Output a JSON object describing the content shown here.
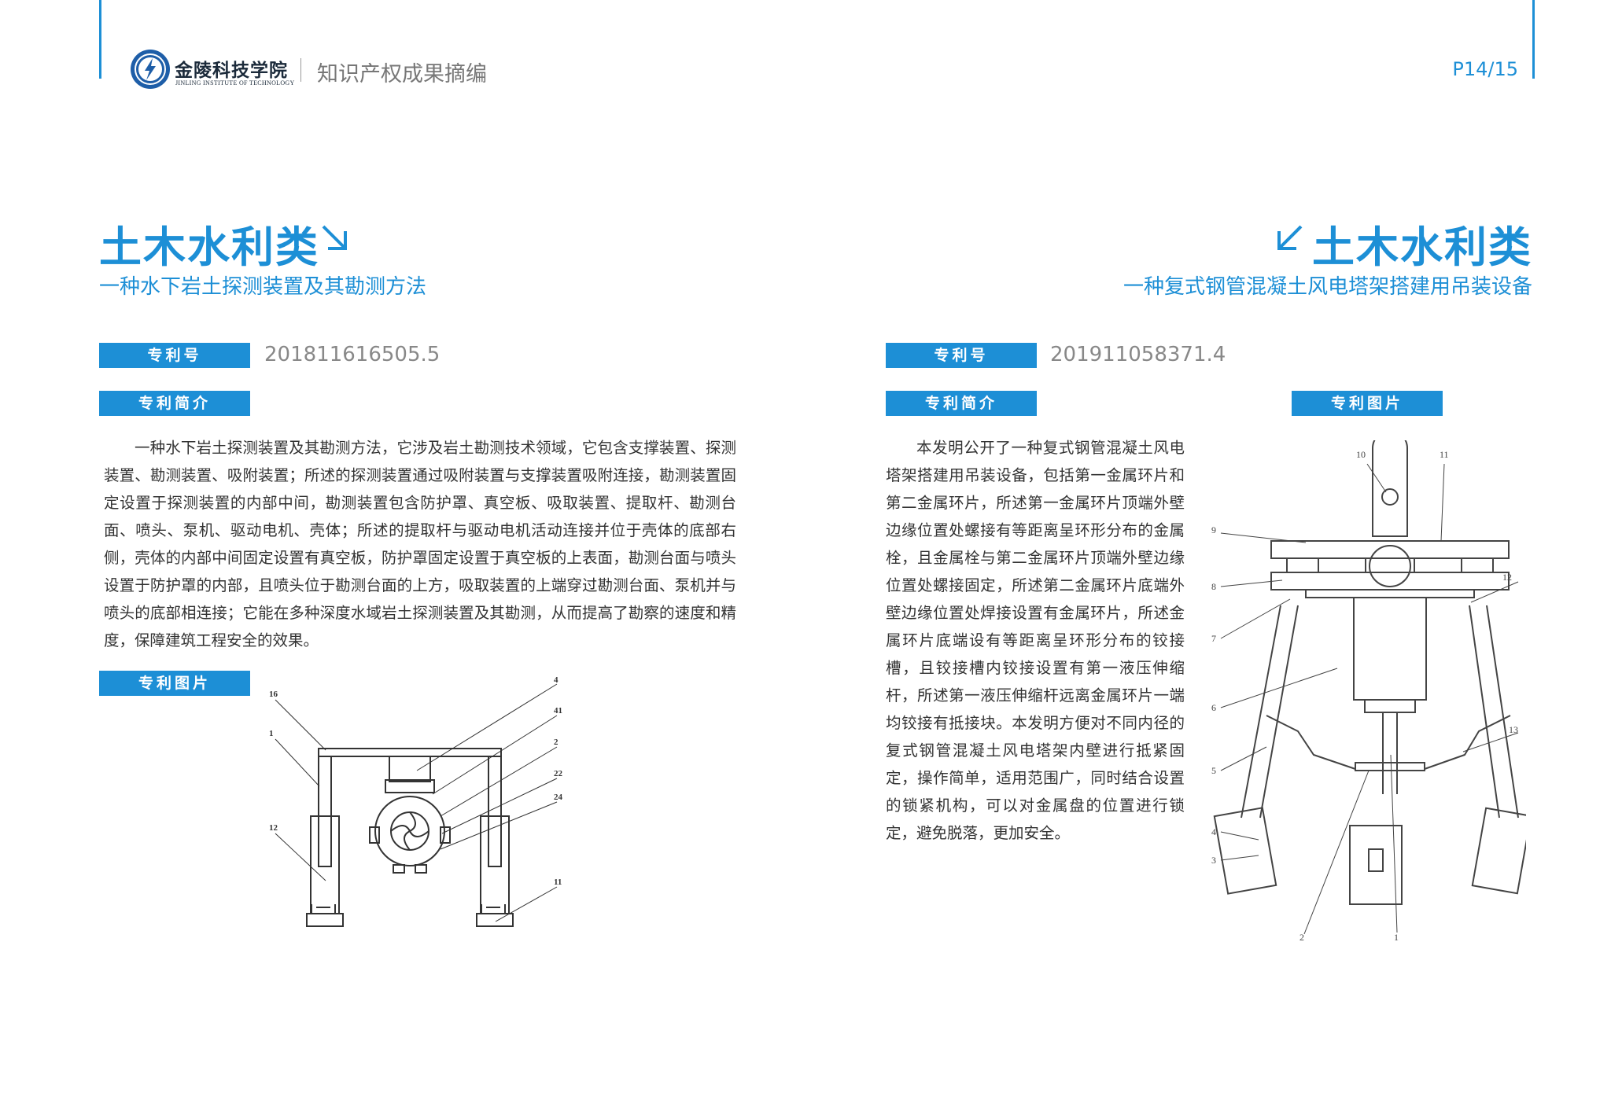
{
  "header": {
    "school_name": "金陵科技学院",
    "school_subtitle": "JINLING INSTITUTE OF TECHNOLOGY",
    "doc_title": "知识产权成果摘编",
    "page": "P14/15"
  },
  "left": {
    "category": "土木水利类",
    "subtitle": "一种水下岩土探测装置及其勘测方法",
    "patent_no_label": "专利号",
    "patent_no": "201811616505.5",
    "summary_label": "专利简介",
    "summary": "一种水下岩土探测装置及其勘测方法，它涉及岩土勘测技术领域，它包含支撑装置、探测装置、勘测装置、吸附装置；所述的探测装置通过吸附装置与支撑装置吸附连接，勘测装置固定设置于探测装置的内部中间，勘测装置包含防护罩、真空板、吸取装置、提取杆、勘测台面、喷头、泵机、驱动电机、壳体；所述的提取杆与驱动电机活动连接并位于壳体的底部右侧，壳体的内部中间固定设置有真空板，防护罩固定设置于真空板的上表面，勘测台面与喷头设置于防护罩的内部，且喷头位于勘测台面的上方，吸取装置的上端穿过勘测台面、泵机并与喷头的底部相连接；它能在多种深度水域岩土探测装置及其勘测，从而提高了勘察的速度和精度，保障建筑工程安全的效果。",
    "image_label": "专利图片",
    "figure_callouts": [
      "16",
      "1",
      "12",
      "4",
      "41",
      "2",
      "22",
      "24",
      "11"
    ]
  },
  "right": {
    "category": "土木水利类",
    "subtitle": "一种复式钢管混凝土风电塔架搭建用吊装设备",
    "patent_no_label": "专利号",
    "patent_no": "201911058371.4",
    "summary_label": "专利简介",
    "summary": "本发明公开了一种复式钢管混凝土风电塔架搭建用吊装设备，包括第一金属环片和第二金属环片，所述第一金属环片顶端外壁边缘位置处螺接有等距离呈环形分布的金属栓，且金属栓与第二金属环片顶端外壁边缘位置处螺接固定，所述第二金属环片底端外壁边缘位置处焊接设置有金属环片，所述金属环片底端设有等距离呈环形分布的铰接槽，且铰接槽内铰接设置有第一液压伸缩杆，所述第一液压伸缩杆远离金属环片一端均铰接有抵接块。本发明方便对不同内径的复式钢管混凝土风电塔架内壁进行抵紧固定，操作简单，适用范围广，同时结合设置的锁紧机构，可以对金属盘的位置进行锁定，避免脱落，更加安全。",
    "image_label": "专利图片",
    "figure_callouts": [
      "10",
      "11",
      "9",
      "8",
      "12",
      "7",
      "6",
      "13",
      "5",
      "4",
      "3",
      "2",
      "1"
    ]
  },
  "colors": {
    "accent": "#1d8fd6",
    "text": "#333333",
    "muted": "#888888"
  }
}
